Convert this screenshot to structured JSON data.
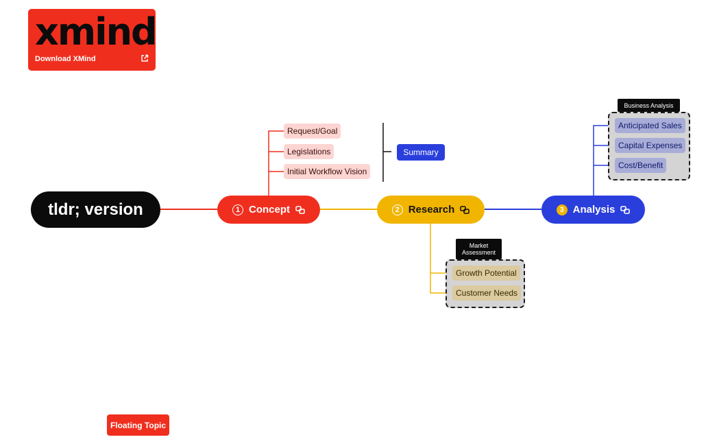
{
  "brand": {
    "wordmark": "xmind",
    "download_label": "Download XMind"
  },
  "map": {
    "central_topic": "tldr; version",
    "branches": [
      {
        "number": "1",
        "label": "Concept",
        "color": "#f02e1e",
        "subtopics": [
          "Request/Goal",
          "Legislations",
          "Initial Workflow Vision"
        ],
        "summary": "Summary"
      },
      {
        "number": "2",
        "label": "Research",
        "color": "#f1b500",
        "boundary_title": "Market Assessment",
        "subtopics": [
          "Growth Potential",
          "Customer Needs"
        ]
      },
      {
        "number": "3",
        "label": "Analysis",
        "color": "#2a3edc",
        "boundary_title": "Business Analysis",
        "subtopics": [
          "Anticipated Sales",
          "Capital Expenses",
          "Cost/Benefit"
        ]
      }
    ],
    "floating_topic": "Floating Topic"
  },
  "icons": {
    "main_topic_icon": "link-icon",
    "download_icon": "external-link-icon"
  }
}
